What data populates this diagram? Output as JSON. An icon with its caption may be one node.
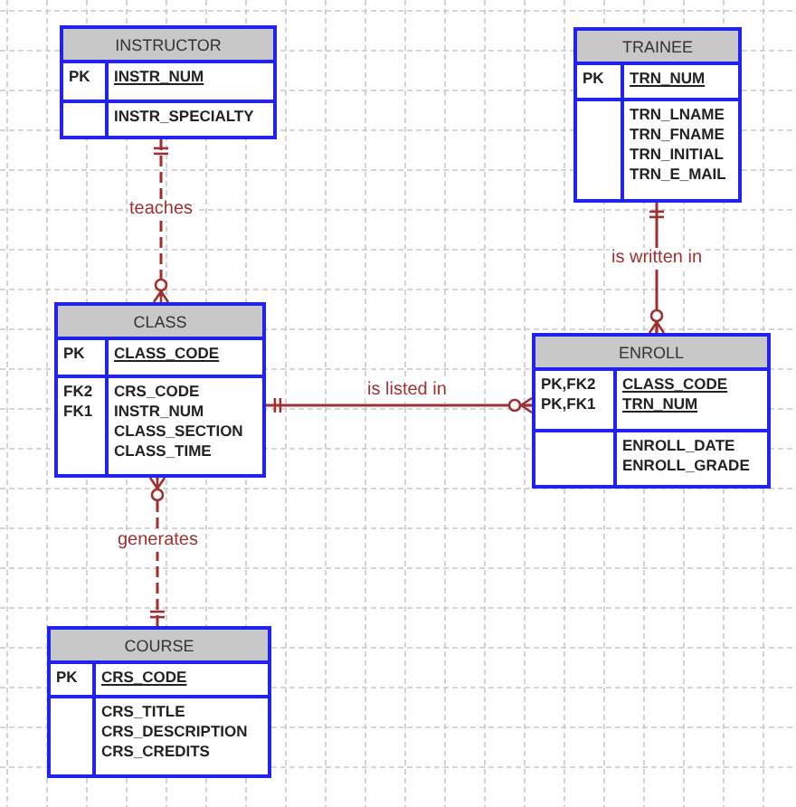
{
  "diagram": {
    "nodes": [
      {
        "text": [
          "INSTRUCTOR",
          "PK",
          "INSTR_NUM",
          "INSTR_SPECIALTY"
        ]
      },
      {
        "text": [
          "TRAINEE",
          "PK",
          "TRN_NUM",
          "TRN_LNAME",
          "TRN_FNAME",
          "TRN_INITIAL",
          "TRN_E_MAIL"
        ]
      },
      {
        "text": [
          "CLASS",
          "PK",
          "CLASS_CODE",
          "FK2",
          "CRS_CODE",
          "FK1",
          "INSTR_NUM",
          "CLASS_SECTION",
          "CLASS_TIME"
        ]
      },
      {
        "text": [
          "ENROLL",
          "PK,FK2",
          "CLASS_CODE",
          "PK,FK1",
          "TRN_NUM",
          "ENROLL_DATE",
          "ENROLL_GRADE"
        ]
      },
      {
        "text": [
          "COURSE",
          "PK",
          "CRS_CODE",
          "CRS_TITLE",
          "CRS_DESCRIPTION",
          "CRS_CREDITS"
        ]
      }
    ],
    "edges": [
      {
        "from": 0,
        "to": 2,
        "arrow": "other",
        "label": "teaches",
        "style": "dashed"
      },
      {
        "from": 1,
        "to": 3,
        "arrow": "other",
        "label": "is written in"
      },
      {
        "from": 2,
        "to": 3,
        "arrow": "other",
        "label": "is listed in"
      },
      {
        "from": 4,
        "to": 2,
        "arrow": "other",
        "label": "generates",
        "style": "dashed"
      }
    ]
  }
}
